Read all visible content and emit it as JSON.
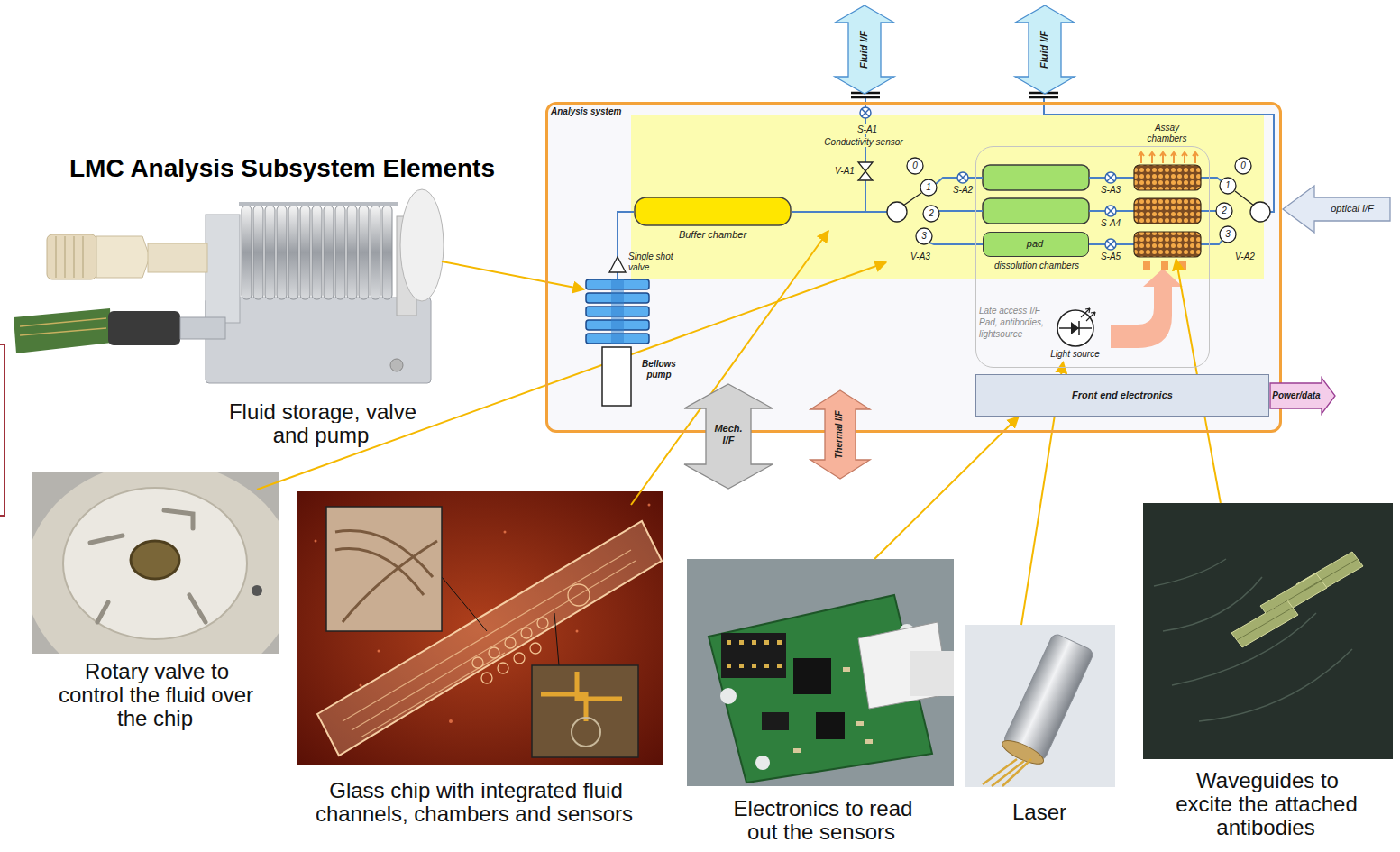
{
  "diagram": {
    "title": "LMC Analysis Subsystem Elements",
    "nodes": [
      {
        "text": [
          "Fluid I/F"
        ]
      },
      {
        "text": [
          "Fluid I/F"
        ]
      },
      {
        "text": [
          "Analysis system"
        ]
      },
      {
        "text": [
          "Buffer chamber"
        ],
        "in": 2
      },
      {
        "text": [
          "Bellows pump"
        ],
        "in": 2
      },
      {
        "text": [
          "Late access I/F Pad, antibodies, lightsource"
        ],
        "in": 2
      },
      {
        "text": [
          "pad"
        ],
        "in": 5
      },
      {
        "text": [
          "Assay chambers"
        ],
        "in": 5
      },
      {
        "text": [
          "Light source"
        ],
        "in": 5
      },
      {
        "text": [
          "Front end electronics"
        ],
        "in": 2
      },
      {
        "text": [
          "optical I/F"
        ]
      },
      {
        "text": [
          "Power/data"
        ]
      },
      {
        "text": [
          "Mech. I/F"
        ]
      },
      {
        "text": [
          "Thermal I/F"
        ]
      },
      {
        "text": [
          "Fluid storage, valve and pump"
        ]
      },
      {
        "text": [
          "Rotary valve to control the fluid over the chip"
        ]
      },
      {
        "text": [
          "Glass chip with integrated fluid channels, chambers and sensors"
        ]
      },
      {
        "text": [
          "Electronics to read out the sensors"
        ]
      },
      {
        "text": [
          "Laser"
        ]
      },
      {
        "text": [
          "Waveguides to excite the attached antibodies"
        ]
      }
    ],
    "edges": [
      {
        "from": 14,
        "to": 4,
        "arrow": "to"
      },
      {
        "from": 17,
        "to": 9,
        "arrow": "to"
      },
      {
        "from": 18,
        "to": 8,
        "arrow": "to"
      },
      {
        "from": 19,
        "to": 7,
        "arrow": "to"
      }
    ],
    "labels": [
      "S-A1",
      "Conductivity sensor",
      "V-A1",
      "Single shot valve",
      "0",
      "1",
      "2",
      "3",
      "V-A3",
      "S-A2",
      "S-A3",
      "S-A4",
      "S-A5",
      "dissolution chambers",
      "0",
      "1",
      "2",
      "3",
      "V-A2"
    ]
  }
}
